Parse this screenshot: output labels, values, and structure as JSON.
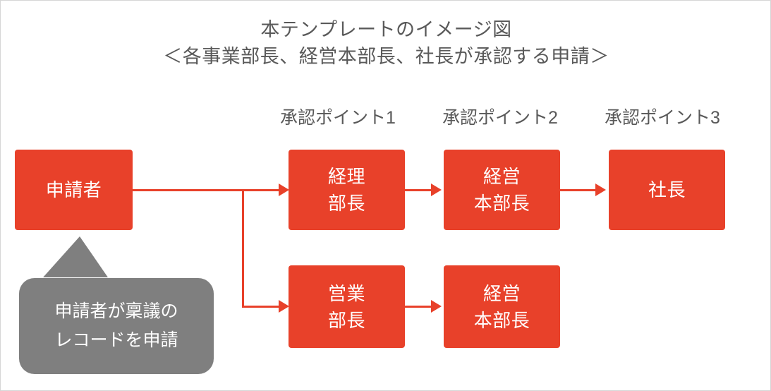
{
  "diagram": {
    "title_line1": "本テンプレートのイメージ図",
    "title_line2": "＜各事業部長、経営本部長、社長が承認する申請＞",
    "colors": {
      "node_fill": "#E8412A",
      "callout_fill": "#7F7F7F",
      "text_dark": "#595959",
      "canvas": "#ffffff",
      "border": "#d6d6d6"
    },
    "approval_point_labels": [
      {
        "text": "承認ポイント1"
      },
      {
        "text": "承認ポイント2"
      },
      {
        "text": "承認ポイント3"
      }
    ],
    "start_node": {
      "label": "申請者"
    },
    "rows": [
      {
        "name": "accounting-flow",
        "nodes": [
          {
            "line1": "経理",
            "line2": "部長"
          },
          {
            "line1": "経営",
            "line2": "本部長"
          },
          {
            "line1": "社長",
            "line2": ""
          }
        ]
      },
      {
        "name": "sales-flow",
        "nodes": [
          {
            "line1": "営業",
            "line2": "部長"
          },
          {
            "line1": "経営",
            "line2": "本部長"
          }
        ]
      }
    ],
    "callout": {
      "line1": "申請者が稟議の",
      "line2": "レコードを申請"
    }
  }
}
